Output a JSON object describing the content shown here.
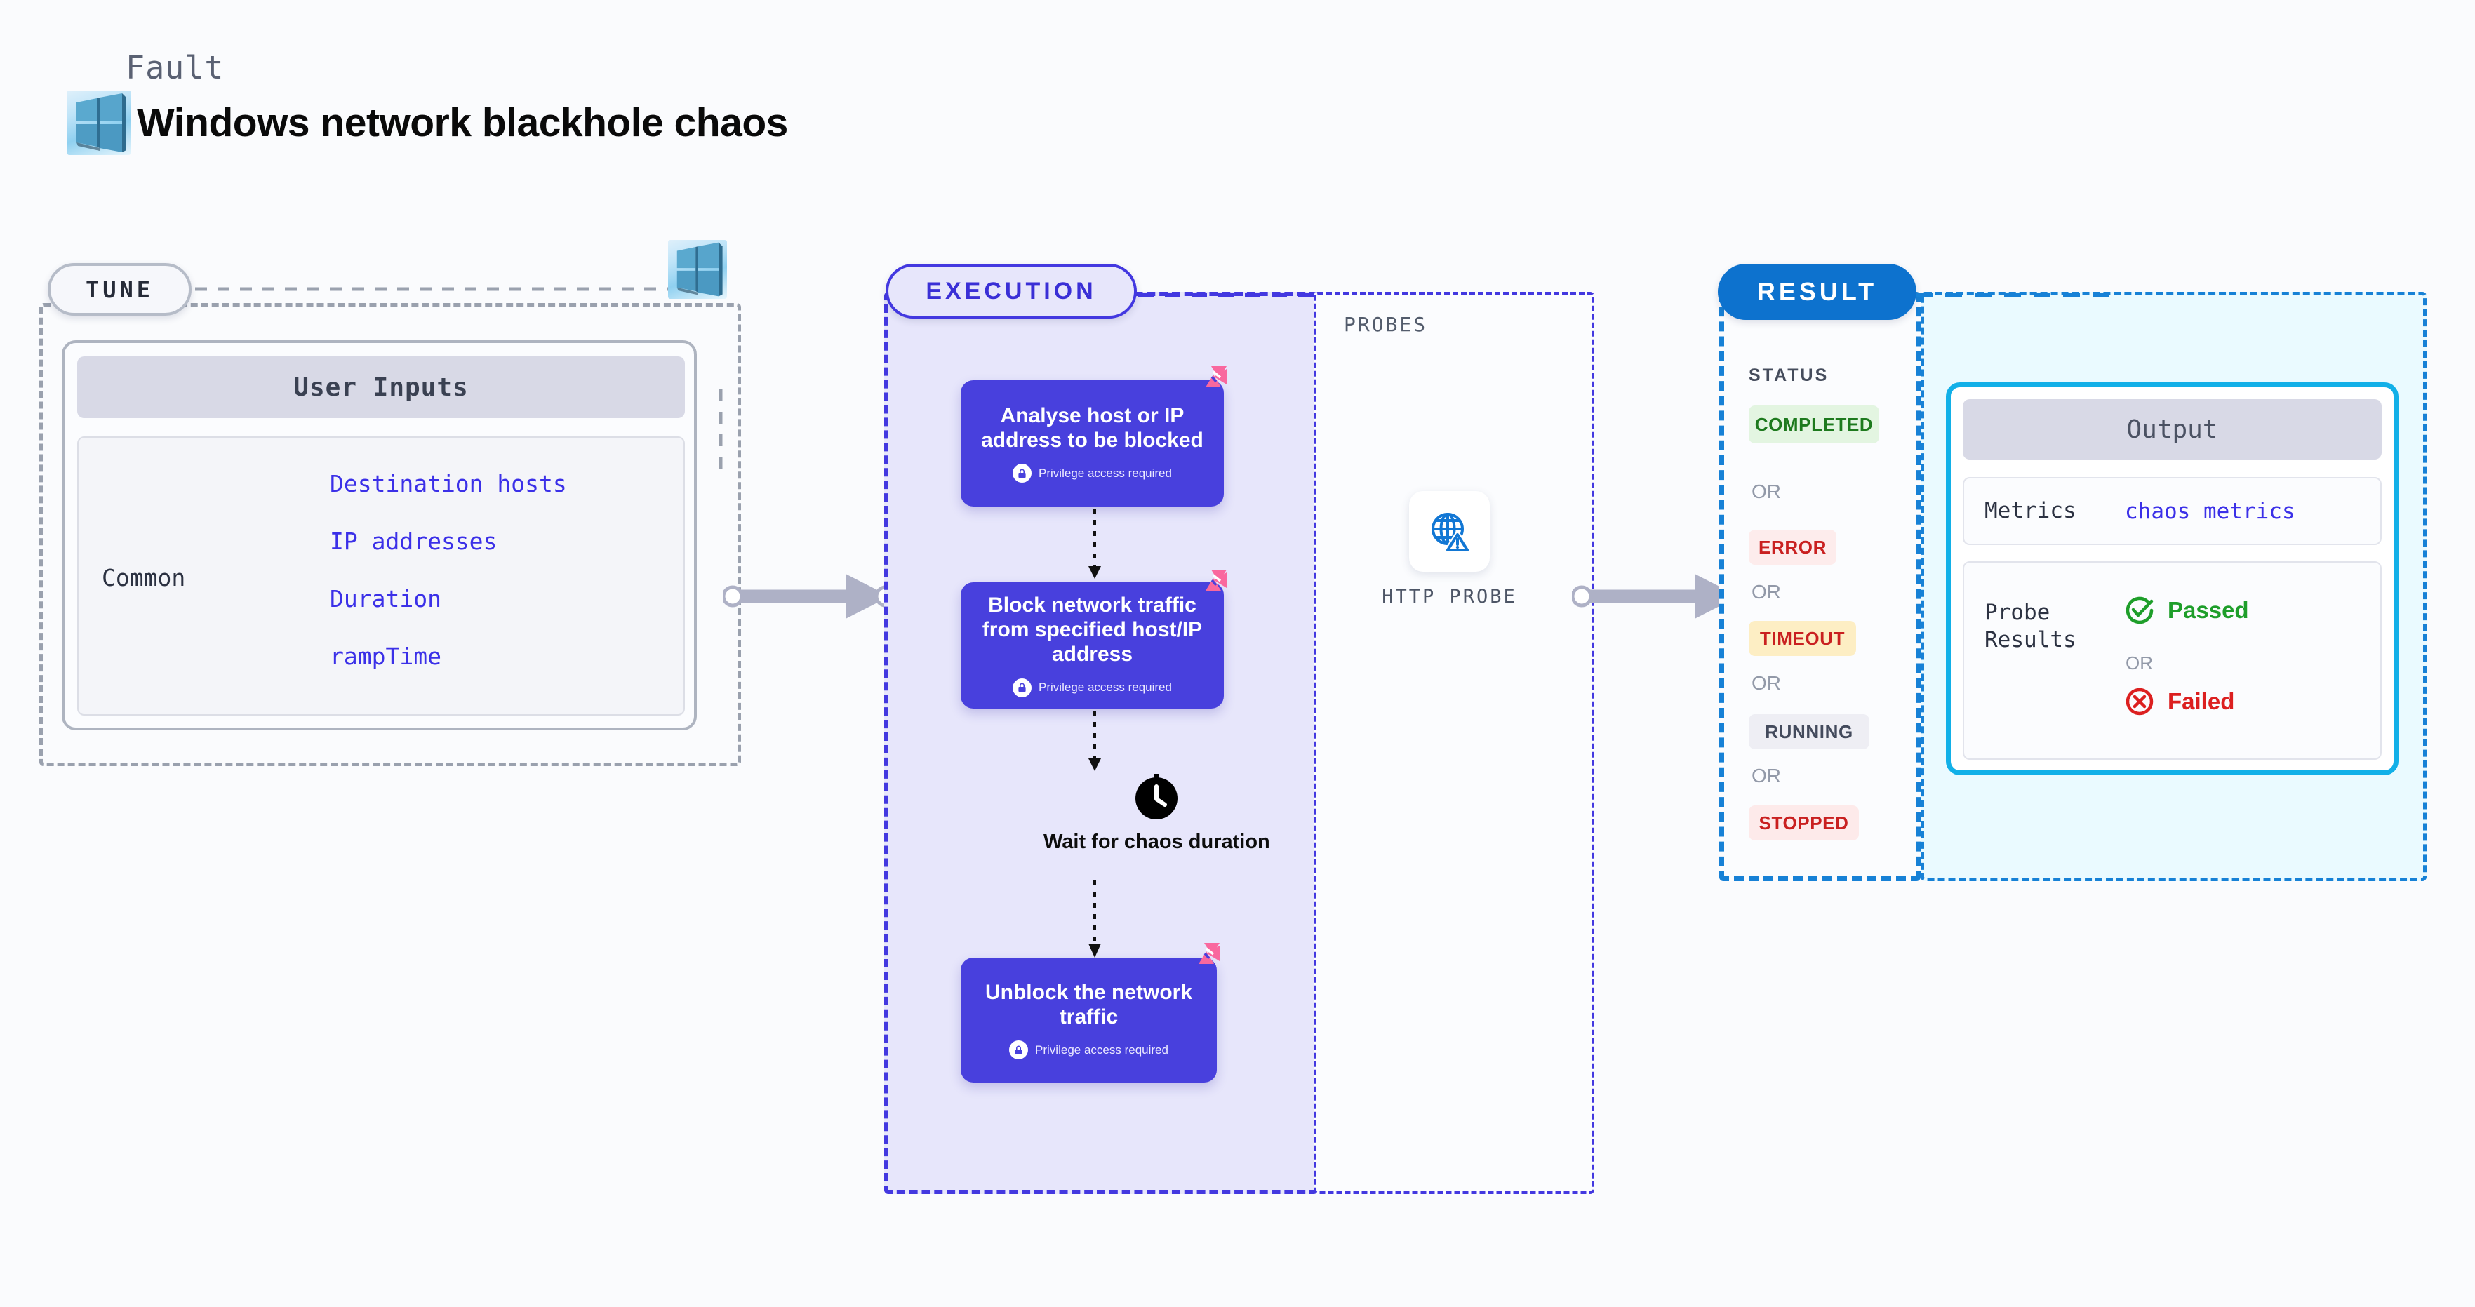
{
  "header": {
    "kicker": "Fault",
    "title": "Windows network blackhole chaos",
    "logo_icon": "windows-logo-icon"
  },
  "tune": {
    "pill_label": "TUNE",
    "logo_icon": "windows-logo-icon",
    "card_header": "User Inputs",
    "group_label": "Common",
    "params": [
      "Destination hosts",
      "IP addresses",
      "Duration",
      "rampTime"
    ]
  },
  "execution": {
    "pill_label": "EXECUTION",
    "nodes": [
      {
        "title": "Analyse host or IP address to be blocked",
        "privilege": "Privilege access required",
        "lock_icon": "lock-icon",
        "badge_icon": "chaos-pinwheel-icon"
      },
      {
        "title": "Block network traffic from specified host/IP address",
        "privilege": "Privilege access required",
        "lock_icon": "lock-icon",
        "badge_icon": "chaos-pinwheel-icon"
      },
      {
        "title": "Unblock the network traffic",
        "privilege": "Privilege access required",
        "lock_icon": "lock-icon",
        "badge_icon": "chaos-pinwheel-icon"
      }
    ],
    "wait": {
      "icon": "clock-icon",
      "label": "Wait for chaos duration"
    }
  },
  "probes": {
    "section_label": "PROBES",
    "items": [
      {
        "icon": "globe-warning-icon",
        "label": "HTTP PROBE"
      }
    ]
  },
  "result": {
    "pill_label": "RESULT",
    "status_label": "STATUS",
    "or_label": "OR",
    "statuses": [
      {
        "label": "COMPLETED",
        "bg": "#e3f5e1",
        "fg": "#1e7a1e"
      },
      {
        "label": "ERROR",
        "bg": "#fdecec",
        "fg": "#c92020"
      },
      {
        "label": "TIMEOUT",
        "bg": "#fdeec4",
        "fg": "#c92020"
      },
      {
        "label": "RUNNING",
        "bg": "#eeeef4",
        "fg": "#434a5c"
      },
      {
        "label": "STOPPED",
        "bg": "#fdeaea",
        "fg": "#c92020"
      }
    ],
    "output": {
      "header": "Output",
      "metrics_label": "Metrics",
      "metrics_value": "chaos metrics",
      "probe_results_label": "Probe Results",
      "or_label": "OR",
      "passed": {
        "label": "Passed",
        "icon": "check-circle-icon",
        "color": "#1e9e2a"
      },
      "failed": {
        "label": "Failed",
        "icon": "x-circle-icon",
        "color": "#dc2020"
      }
    }
  },
  "colors": {
    "background": "#fafbfd",
    "node_purple": "#4840dd",
    "exec_border": "#4338e0",
    "exec_fill": "#e7e6fb",
    "result_blue": "#0d72ce",
    "result_fill": "#eafaff",
    "output_border": "#12b0e8",
    "tune_border": "#9aa1ae",
    "connector_grey": "#aeb1c6",
    "badge_pink": "#f9689e"
  }
}
